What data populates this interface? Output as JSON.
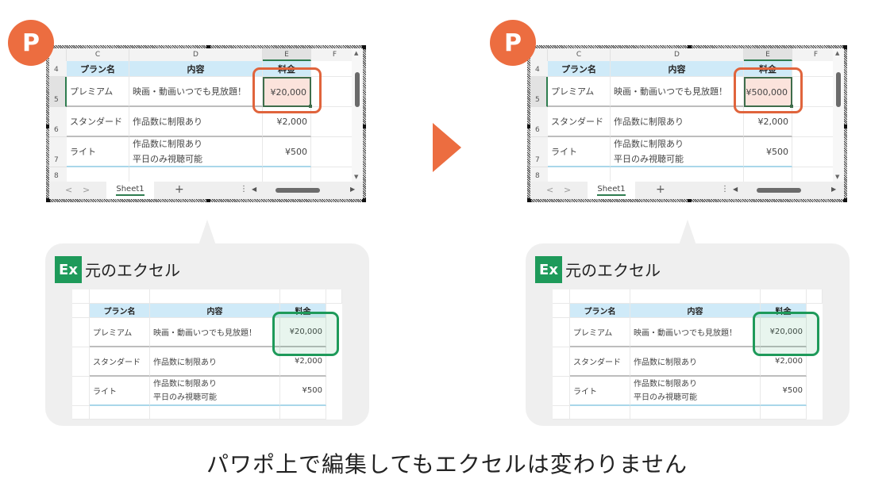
{
  "badges": {
    "powerpoint": "P",
    "excel": "Ex"
  },
  "columns": [
    "C",
    "D",
    "E",
    "F"
  ],
  "row_numbers": [
    "4",
    "5",
    "6",
    "7",
    "8"
  ],
  "table": {
    "headers": [
      "プラン名",
      "内容",
      "料金"
    ],
    "rows": [
      {
        "plan": "プレミアム",
        "content": [
          "映画・動画いつでも見放題！"
        ],
        "price": "¥20,000"
      },
      {
        "plan": "スタンダード",
        "content": [
          "作品数に制限あり"
        ],
        "price": "¥2,000"
      },
      {
        "plan": "ライト",
        "content": [
          "作品数に制限あり",
          "平日のみ視聴可能"
        ],
        "price": "¥500"
      }
    ]
  },
  "before": {
    "premium_price": "¥20,000"
  },
  "after": {
    "premium_price": "¥500,000"
  },
  "tabbar": {
    "prev": "<",
    "next": ">",
    "sheet_tab": "Sheet1",
    "add": "+",
    "more": "⋮"
  },
  "bubble": {
    "title": "元のエクセル",
    "premium_price": "¥20,000"
  },
  "caption": "パワポ上で編集してもエクセルは変わりません",
  "colors": {
    "accent_orange": "#ec6d40",
    "excel_green": "#1e9a5a",
    "header_blue": "#cfeaf8"
  }
}
